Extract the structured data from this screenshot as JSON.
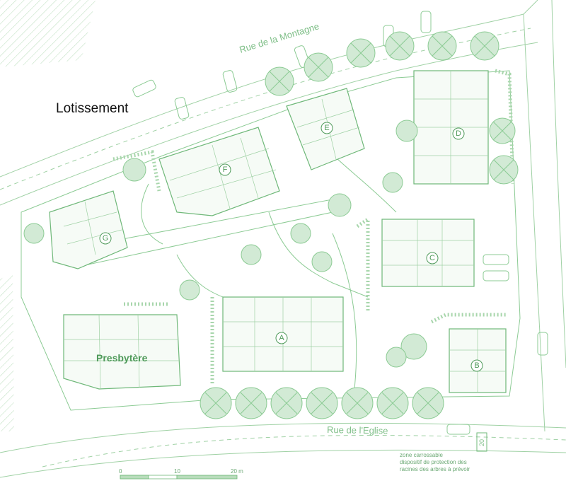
{
  "labels": {
    "lotissement": "Lotissement",
    "presbytere": "Presbytère",
    "rue_montagne": "Rue de la Montagne",
    "rue_eglise": "Rue de l'Eglise",
    "road_number": "20"
  },
  "buildings": [
    "A",
    "B",
    "C",
    "D",
    "E",
    "F",
    "G"
  ],
  "scale": {
    "ticks": [
      "0",
      "10",
      "20 m"
    ]
  },
  "note": {
    "line1": "zone carrossable",
    "line2": "dispositif de protection des",
    "line3": "racines des arbres à prévoir"
  },
  "colors": {
    "line": "#8ccb94",
    "tree": "#cfe8d2",
    "accent": "#4f9a5a"
  }
}
